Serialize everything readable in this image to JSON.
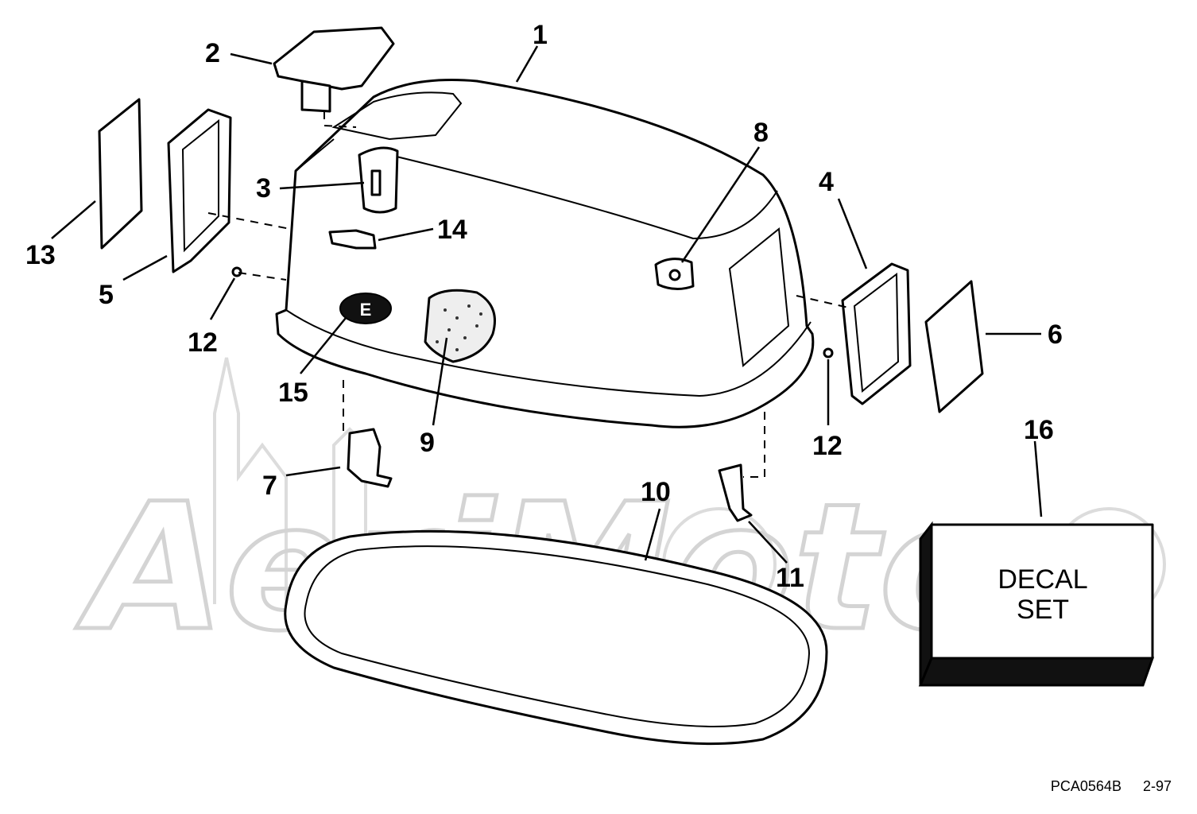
{
  "watermark": {
    "text": "AeriMotor",
    "color": "#d4d4d4"
  },
  "callouts": {
    "c1": "1",
    "c2": "2",
    "c3": "3",
    "c4": "4",
    "c5": "5",
    "c6": "6",
    "c7": "7",
    "c8": "8",
    "c9": "9",
    "c10": "10",
    "c11": "11",
    "c12a": "12",
    "c12b": "12",
    "c13": "13",
    "c14": "14",
    "c15": "15",
    "c16": "16"
  },
  "decal_box": {
    "line1": "DECAL",
    "line2": "SET"
  },
  "reference": {
    "code": "PCA0564B",
    "date": "2-97"
  },
  "colors": {
    "line": "#000000",
    "background": "#ffffff"
  }
}
